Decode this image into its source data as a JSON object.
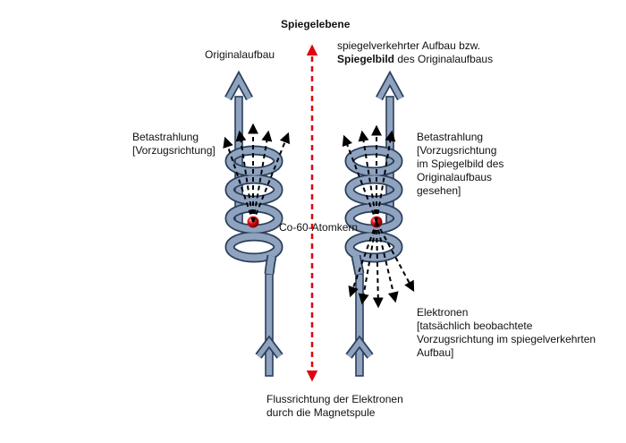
{
  "labels": {
    "mirror_plane": "Spiegelebene",
    "original_setup": "Originalaufbau",
    "mirrored_setup_line1": "spiegelverkehrter Aufbau bzw.",
    "mirrored_setup_bold": "Spiegelbild",
    "mirrored_setup_line2_rest": "des Originalaufbaus",
    "beta_left_line1": "Betastrahlung",
    "beta_left_line2": "[Vorzugsrichtung]",
    "beta_right_line1": "Betastrahlung",
    "beta_right_line2": "[Vorzugsrichtung",
    "beta_right_line3": "im Spiegelbild des",
    "beta_right_line4": "Originalaufbaus",
    "beta_right_line5": "gesehen]",
    "nucleus": "Co-60-Atomkern",
    "electrons_line1": "Elektronen",
    "electrons_line2": "[tatsächlich beobachtete",
    "electrons_line3": "Vorzugsrichtung im spiegelverkehrten",
    "electrons_line4": "Aufbau]",
    "current_line1": "Flussrichtung der Elektronen",
    "current_line2": "durch die Magnetspule"
  },
  "colors": {
    "coil": "#8fa3bf",
    "coil_outline": "#2a3f5c",
    "mirror_line": "#e3000f",
    "nucleus": "#d40000",
    "arrows": "#000000"
  }
}
